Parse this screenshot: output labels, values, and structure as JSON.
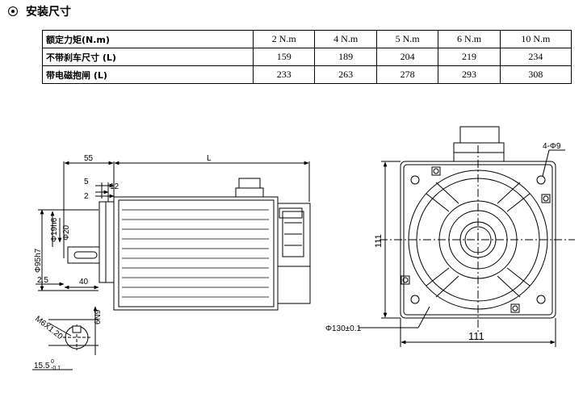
{
  "section": {
    "title": "安装尺寸",
    "icon": "target-circle-icon"
  },
  "table": {
    "rows": [
      {
        "label": "额定力矩(N.m)",
        "cells": [
          "2 N.m",
          "4  N.m",
          "5  N.m",
          "6  N.m",
          "10  N.m"
        ]
      },
      {
        "label": "不带刹车尺寸  (L)",
        "cells": [
          "159",
          "189",
          "204",
          "219",
          "234"
        ]
      },
      {
        "label": "带电磁抱闸  (L)",
        "cells": [
          "233",
          "263",
          "278",
          "293",
          "308"
        ]
      }
    ]
  },
  "drawing": {
    "side": {
      "dim_55": "55",
      "dim_L": "L",
      "dim_5": "5",
      "dim_12": "12",
      "dim_2": "2",
      "dia_19": "Φ19h6",
      "dia_20": "Φ20",
      "dia_95": "Φ95h7",
      "dim_25": "2.5",
      "dim_40": "40",
      "thread": "M6X1.20",
      "key_width": "6N9",
      "key_depth": "15.5",
      "key_tol_top": "0",
      "key_tol_bottom": "-0.1"
    },
    "front": {
      "holes": "4-Φ9",
      "height": "111",
      "width": "111",
      "pcd": "Φ130±0.1"
    }
  }
}
